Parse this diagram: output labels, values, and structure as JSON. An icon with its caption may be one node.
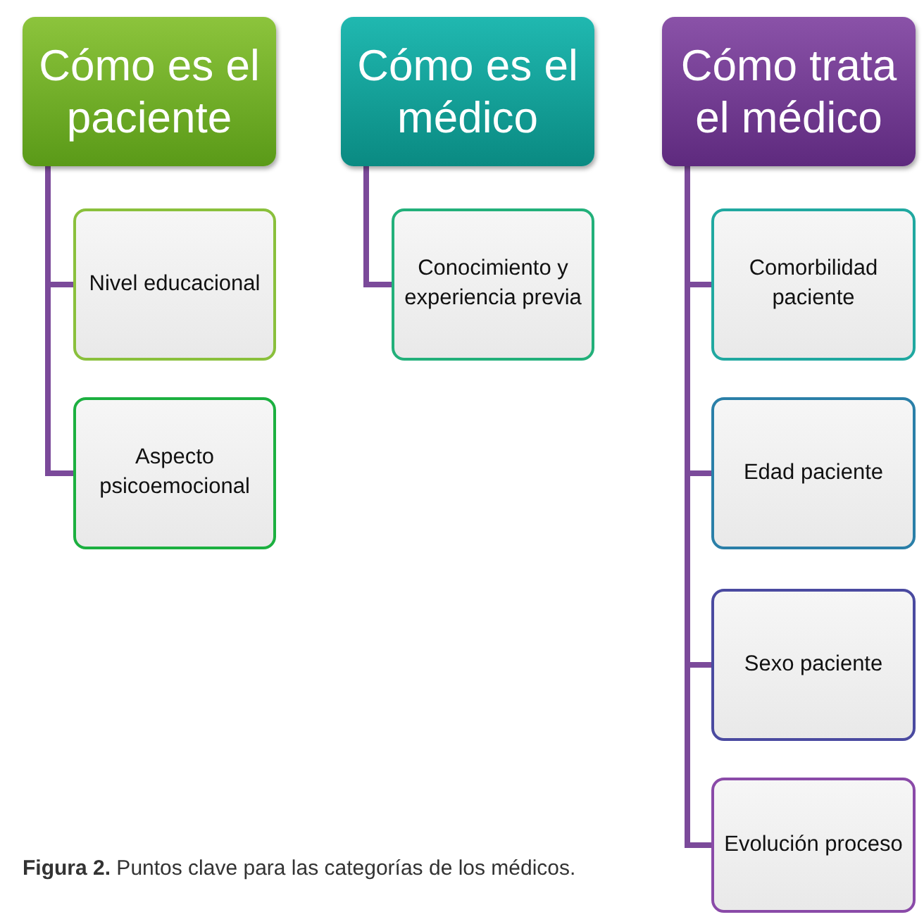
{
  "diagram": {
    "caption": "**Figura 2.** Puntos clave para las categorías de los médicos.",
    "nodes": [
      {
        "text": [
          "Cómo es el paciente"
        ]
      },
      {
        "text": [
          "Nivel educacional"
        ]
      },
      {
        "text": [
          "Aspecto psicoemocional"
        ]
      },
      {
        "text": [
          "Cómo es el médico"
        ]
      },
      {
        "text": [
          "Conocimiento y experiencia previa"
        ]
      },
      {
        "text": [
          "Cómo trata el médico"
        ]
      },
      {
        "text": [
          "Comorbilidad paciente"
        ]
      },
      {
        "text": [
          "Edad paciente"
        ]
      },
      {
        "text": [
          "Sexo paciente"
        ]
      },
      {
        "text": [
          "Evolución proceso"
        ]
      }
    ],
    "edges": [
      {
        "from": 0,
        "to": 1,
        "arrow": "none"
      },
      {
        "from": 0,
        "to": 2,
        "arrow": "none"
      },
      {
        "from": 3,
        "to": 4,
        "arrow": "none"
      },
      {
        "from": 5,
        "to": 6,
        "arrow": "none"
      },
      {
        "from": 5,
        "to": 7,
        "arrow": "none"
      },
      {
        "from": 5,
        "to": 8,
        "arrow": "none"
      },
      {
        "from": 5,
        "to": 9,
        "arrow": "none"
      }
    ]
  }
}
